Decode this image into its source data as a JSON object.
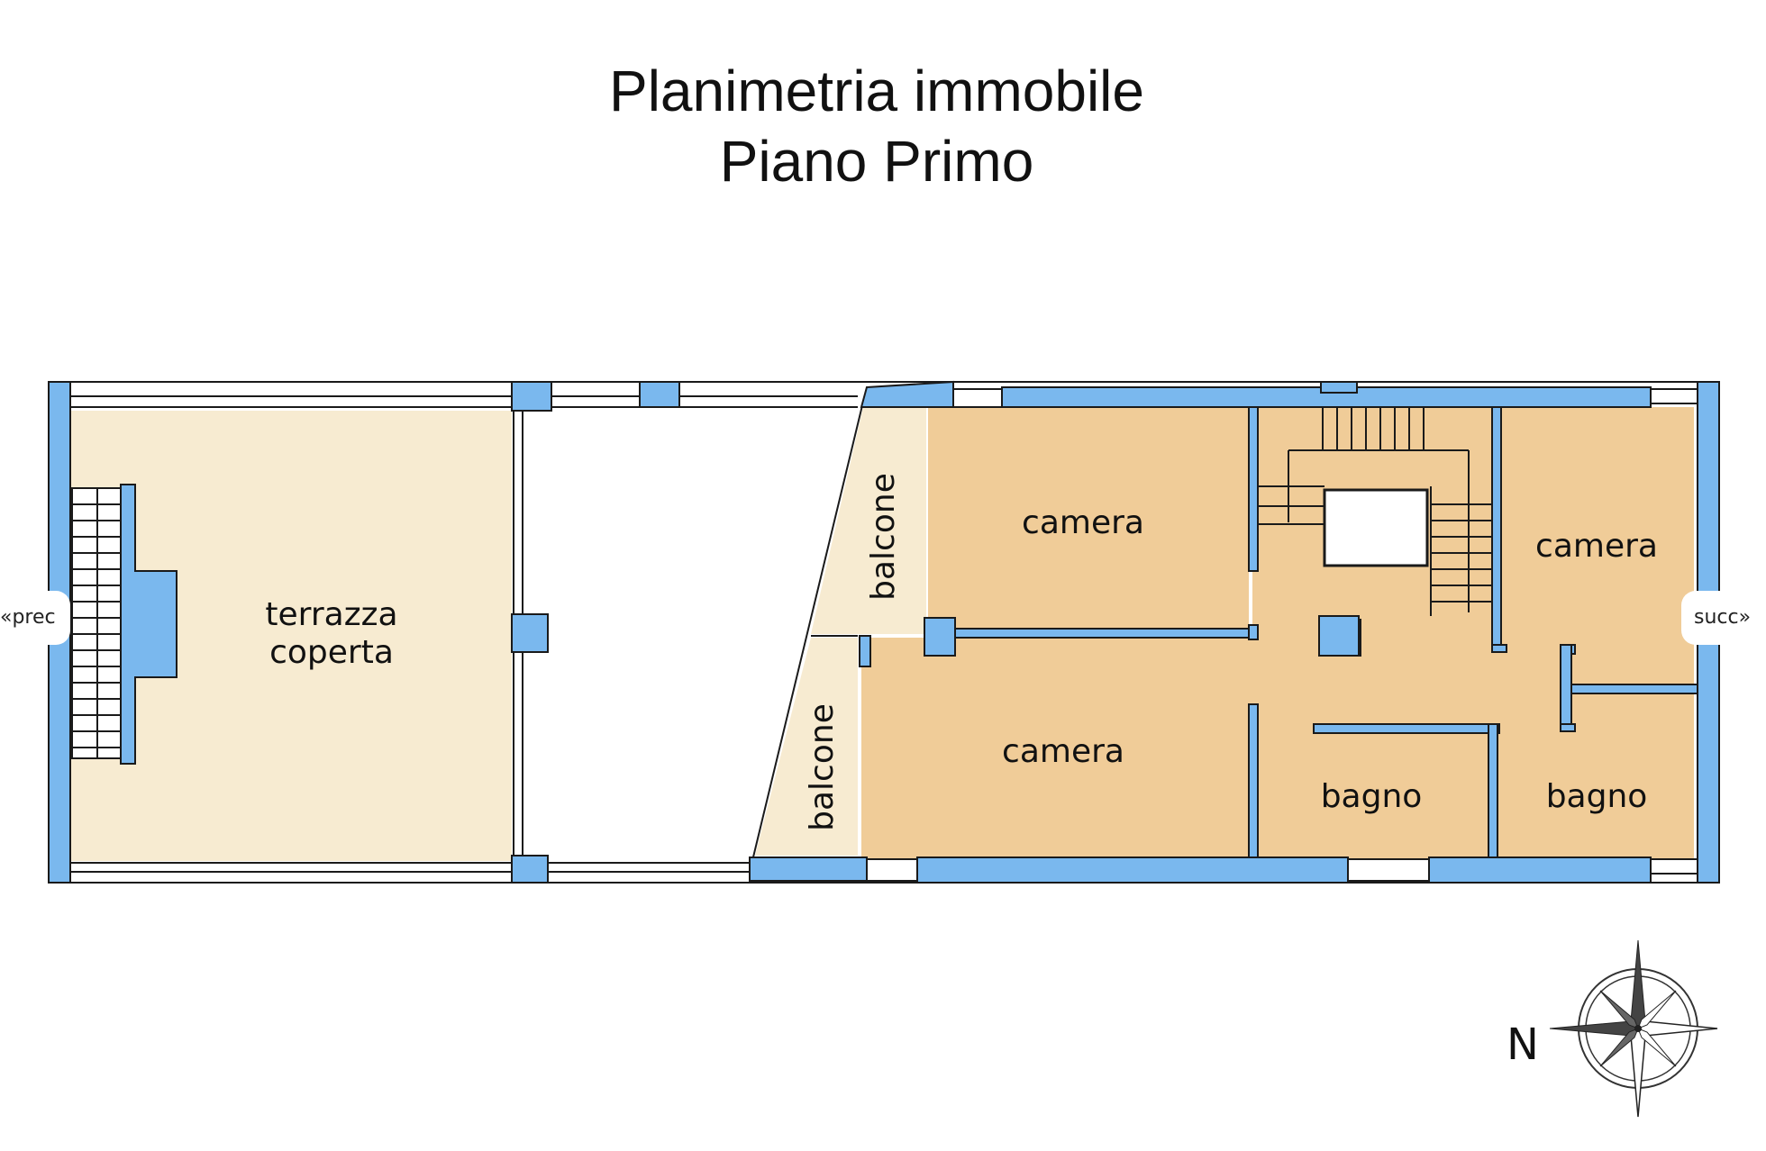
{
  "title": {
    "line1": "Planimetria immobile",
    "line2": "Piano Primo"
  },
  "rooms": {
    "terrazza_line1": "terrazza",
    "terrazza_line2": "coperta",
    "balcone_top": "balcone",
    "balcone_bottom": "balcone",
    "camera_top_left": "camera",
    "camera_top_right": "camera",
    "camera_bottom": "camera",
    "bagno_left": "bagno",
    "bagno_right": "bagno"
  },
  "navigation": {
    "prev_label": "«prec",
    "next_label": "succ»"
  },
  "compass": {
    "north_label": "N",
    "icon": "compass-rose-icon"
  },
  "colors": {
    "wall": "#7ab8ee",
    "room_fill": "#f0cc98",
    "terrace_fill": "#f7ebd1",
    "outline": "#1a1a1a"
  }
}
